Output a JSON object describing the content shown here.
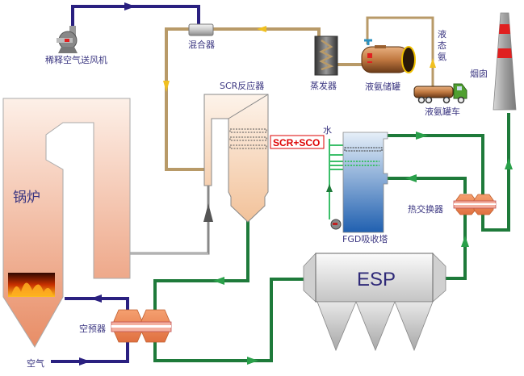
{
  "labels": {
    "dilution_fan": "稀释空气送风机",
    "mixer": "混合器",
    "evaporator": "蒸发器",
    "ammonia_tank": "液氨储罐",
    "liquid_ammonia": "液态氨",
    "liquid_ammonia_l1": "液",
    "liquid_ammonia_l2": "态",
    "liquid_ammonia_l3": "氨",
    "ammonia_truck": "液氨罐车",
    "chimney": "烟囱",
    "scr_reactor": "SCR反应器",
    "scr_sco": "SCR+SCO",
    "water": "水",
    "fgd_absorber": "FGD吸收塔",
    "heat_exchanger": "热交换器",
    "boiler": "锅炉",
    "esp": "ESP",
    "air_preheater": "空预器",
    "air": "空气"
  },
  "colors": {
    "air_line": "#2a2080",
    "ammonia_line": "#b89a68",
    "flue_gas_line": "#1e7a3a",
    "water_line": "#3cbf6a",
    "arrow_yellow": "#f0c020",
    "scr_highlight": "#dd0000",
    "label_text": "#3a3580"
  }
}
